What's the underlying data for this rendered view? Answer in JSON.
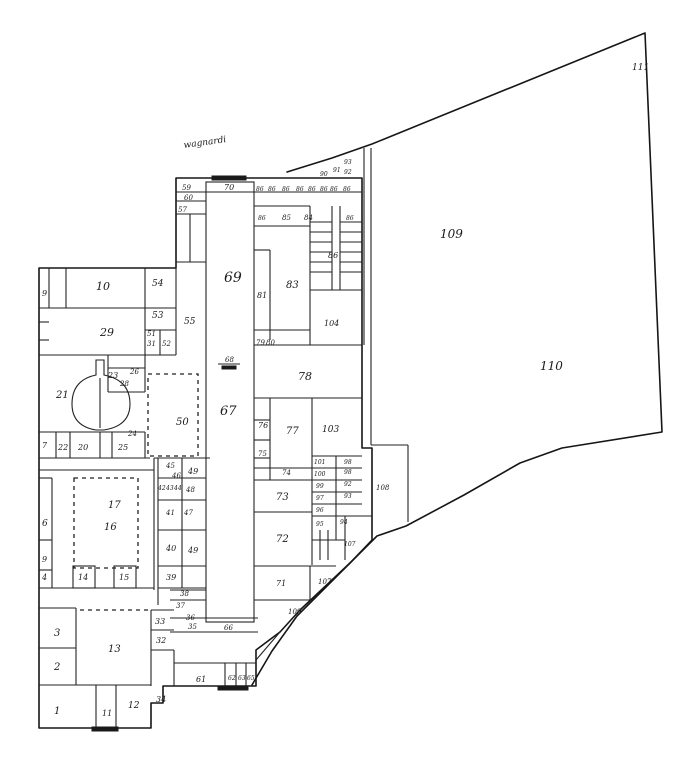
{
  "title": "",
  "note": "wagnardi",
  "labels": [
    {
      "id": "r1",
      "text": "1"
    },
    {
      "id": "r2",
      "text": "2"
    },
    {
      "id": "r3",
      "text": "3"
    },
    {
      "id": "r4",
      "text": "4"
    },
    {
      "id": "r6",
      "text": "6"
    },
    {
      "id": "r7",
      "text": "7"
    },
    {
      "id": "r9",
      "text": "9"
    },
    {
      "id": "r9b",
      "text": "9"
    },
    {
      "id": "r10",
      "text": "10"
    },
    {
      "id": "r11",
      "text": "11"
    },
    {
      "id": "r12",
      "text": "12"
    },
    {
      "id": "r13",
      "text": "13"
    },
    {
      "id": "r14",
      "text": "14"
    },
    {
      "id": "r15",
      "text": "15"
    },
    {
      "id": "r16",
      "text": "16"
    },
    {
      "id": "r17",
      "text": "17"
    },
    {
      "id": "r20",
      "text": "20"
    },
    {
      "id": "r21",
      "text": "21"
    },
    {
      "id": "r22",
      "text": "22"
    },
    {
      "id": "r23",
      "text": "23"
    },
    {
      "id": "r24",
      "text": "24"
    },
    {
      "id": "r25",
      "text": "25"
    },
    {
      "id": "r26",
      "text": "26"
    },
    {
      "id": "r28",
      "text": "28"
    },
    {
      "id": "r29",
      "text": "29"
    },
    {
      "id": "r31",
      "text": "31"
    },
    {
      "id": "r32",
      "text": "32"
    },
    {
      "id": "r33",
      "text": "33"
    },
    {
      "id": "r34",
      "text": "34"
    },
    {
      "id": "r35",
      "text": "35"
    },
    {
      "id": "r36",
      "text": "36"
    },
    {
      "id": "r37",
      "text": "37"
    },
    {
      "id": "r38",
      "text": "38"
    },
    {
      "id": "r39",
      "text": "39"
    },
    {
      "id": "r40",
      "text": "40"
    },
    {
      "id": "r41",
      "text": "41"
    },
    {
      "id": "r42",
      "text": "42"
    },
    {
      "id": "r43",
      "text": "43"
    },
    {
      "id": "r44",
      "text": "44"
    },
    {
      "id": "r45",
      "text": "45"
    },
    {
      "id": "r46",
      "text": "46"
    },
    {
      "id": "r47",
      "text": "47"
    },
    {
      "id": "r48",
      "text": "48"
    },
    {
      "id": "r49",
      "text": "49"
    },
    {
      "id": "r50",
      "text": "50"
    },
    {
      "id": "r51",
      "text": "51"
    },
    {
      "id": "r52",
      "text": "52"
    },
    {
      "id": "r53",
      "text": "53"
    },
    {
      "id": "r54",
      "text": "54"
    },
    {
      "id": "r55",
      "text": "55"
    },
    {
      "id": "r57",
      "text": "57"
    },
    {
      "id": "r59",
      "text": "59"
    },
    {
      "id": "r60",
      "text": "60"
    },
    {
      "id": "r61",
      "text": "61"
    },
    {
      "id": "r62",
      "text": "62"
    },
    {
      "id": "r63",
      "text": "63"
    },
    {
      "id": "r65",
      "text": "65"
    },
    {
      "id": "r66",
      "text": "66"
    },
    {
      "id": "r67",
      "text": "67"
    },
    {
      "id": "r68",
      "text": "68"
    },
    {
      "id": "r69",
      "text": "69"
    },
    {
      "id": "r70",
      "text": "70"
    },
    {
      "id": "r71",
      "text": "71"
    },
    {
      "id": "r72",
      "text": "72"
    },
    {
      "id": "r73",
      "text": "73"
    },
    {
      "id": "r74",
      "text": "74"
    },
    {
      "id": "r75",
      "text": "75"
    },
    {
      "id": "r76",
      "text": "76"
    },
    {
      "id": "r77",
      "text": "77"
    },
    {
      "id": "r78",
      "text": "78"
    },
    {
      "id": "r79",
      "text": "79"
    },
    {
      "id": "r80",
      "text": "80"
    },
    {
      "id": "r81",
      "text": "81"
    },
    {
      "id": "r83",
      "text": "83"
    },
    {
      "id": "r84",
      "text": "84"
    },
    {
      "id": "r85",
      "text": "85"
    },
    {
      "id": "r86a",
      "text": "86"
    },
    {
      "id": "r86b",
      "text": "86"
    },
    {
      "id": "r86c",
      "text": "86"
    },
    {
      "id": "r86d",
      "text": "86"
    },
    {
      "id": "r86e",
      "text": "86"
    },
    {
      "id": "r86f",
      "text": "86"
    },
    {
      "id": "r86g",
      "text": "86"
    },
    {
      "id": "r86h",
      "text": "86"
    },
    {
      "id": "r86i",
      "text": "86"
    },
    {
      "id": "r86j",
      "text": "86"
    },
    {
      "id": "r90",
      "text": "90"
    },
    {
      "id": "r91",
      "text": "91"
    },
    {
      "id": "r92",
      "text": "92"
    },
    {
      "id": "r92b",
      "text": "92"
    },
    {
      "id": "r93",
      "text": "93"
    },
    {
      "id": "r93b",
      "text": "93"
    },
    {
      "id": "r94",
      "text": "94"
    },
    {
      "id": "r95",
      "text": "95"
    },
    {
      "id": "r96",
      "text": "96"
    },
    {
      "id": "r97",
      "text": "97"
    },
    {
      "id": "r98",
      "text": "98"
    },
    {
      "id": "r98b",
      "text": "98"
    },
    {
      "id": "r99",
      "text": "99"
    },
    {
      "id": "r100",
      "text": "100"
    },
    {
      "id": "r101",
      "text": "101"
    },
    {
      "id": "r103",
      "text": "103"
    },
    {
      "id": "r104",
      "text": "104"
    },
    {
      "id": "r107",
      "text": "107"
    },
    {
      "id": "r107b",
      "text": "107"
    },
    {
      "id": "r108",
      "text": "108"
    },
    {
      "id": "r109",
      "text": "109"
    },
    {
      "id": "r109b",
      "text": "109"
    },
    {
      "id": "r110",
      "text": "110"
    },
    {
      "id": "r111",
      "text": "111"
    }
  ]
}
